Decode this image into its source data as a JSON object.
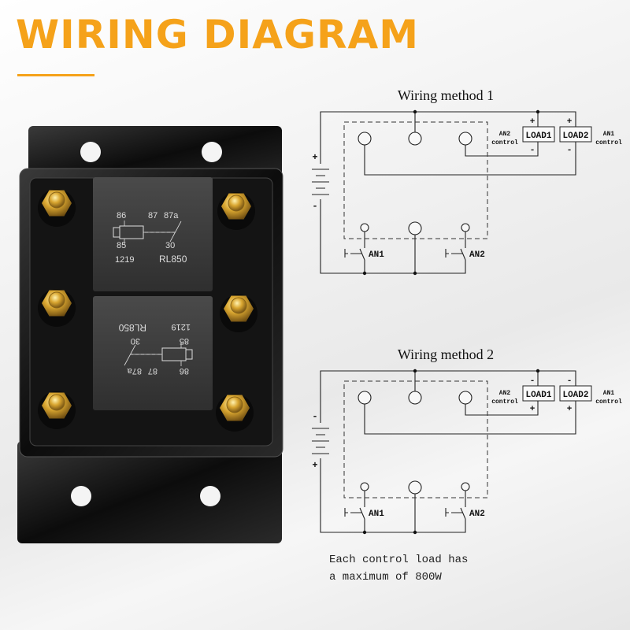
{
  "header": {
    "title": "WIRING DIAGRAM",
    "accent_color": "#f5a21a"
  },
  "product": {
    "relays": [
      {
        "coil_top": "86",
        "coil_bottom": "85",
        "contact_no": "87",
        "contact_nc": "87a",
        "common": "30",
        "code": "1219",
        "model": "RL850"
      },
      {
        "coil_top": "86",
        "coil_bottom": "85",
        "contact_no": "87",
        "contact_nc": "87a",
        "common": "30",
        "code": "1219",
        "model": "RL850"
      }
    ]
  },
  "diagrams": [
    {
      "title": "Wiring method 1",
      "battery_top": "+",
      "battery_bottom": "-",
      "load_top": "+",
      "load_bottom": "-",
      "load1": "LOAD1",
      "load2": "LOAD2",
      "load1_note": [
        "AN2",
        "control"
      ],
      "load2_note": [
        "AN1",
        "control"
      ],
      "switch1": "AN1",
      "switch2": "AN2",
      "switch_marker": "E"
    },
    {
      "title": "Wiring method 2",
      "battery_top": "-",
      "battery_bottom": "+",
      "load_top": "-",
      "load_bottom": "+",
      "load1": "LOAD1",
      "load2": "LOAD2",
      "load1_note": [
        "AN2",
        "control"
      ],
      "load2_note": [
        "AN1",
        "control"
      ],
      "switch1": "AN1",
      "switch2": "AN2",
      "switch_marker": "E"
    }
  ],
  "note": [
    "Each control load has",
    "a maximum of 800W"
  ]
}
